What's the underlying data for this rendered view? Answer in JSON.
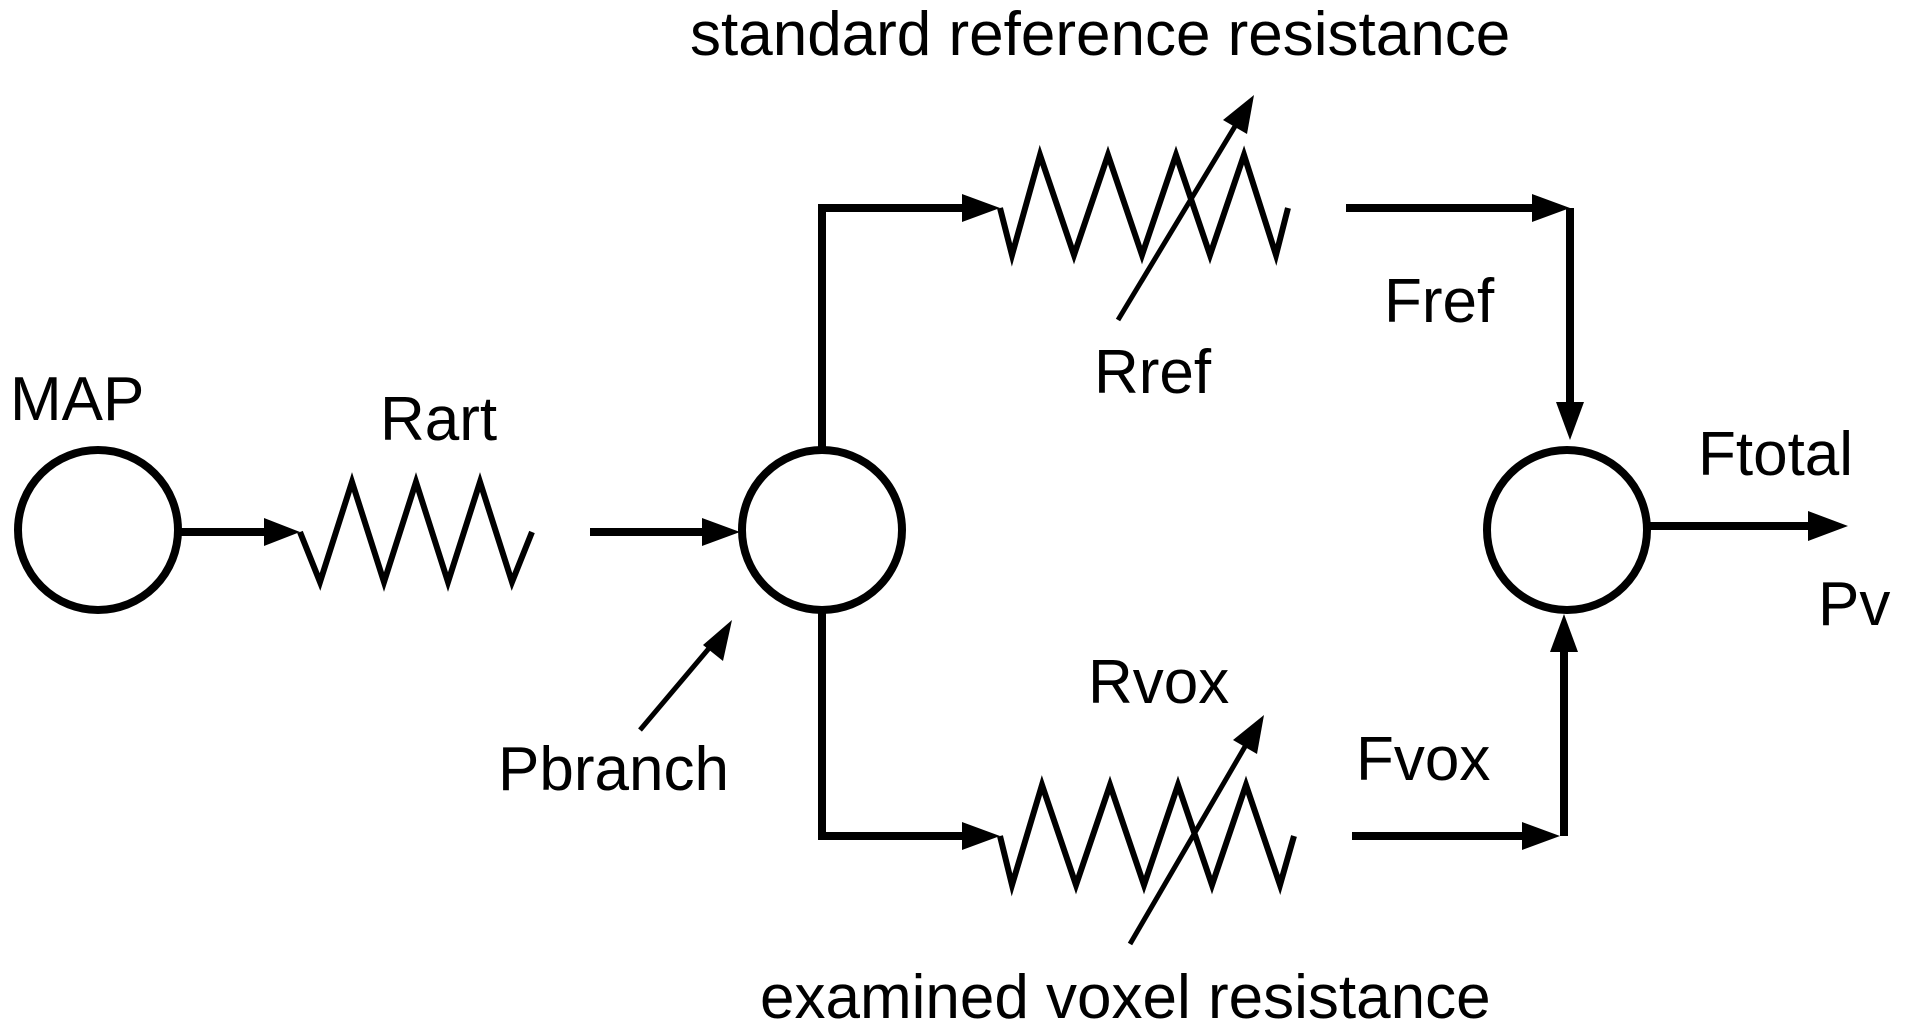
{
  "labels": {
    "map": "MAP",
    "rart": "Rart",
    "pbranch": "Pbranch",
    "rref": "Rref",
    "fref": "Fref",
    "standard_reference": "standard reference resistance",
    "ftotal": "Ftotal",
    "pv": "Pv",
    "rvox": "Rvox",
    "fvox": "Fvox",
    "examined_voxel": "examined voxel resistance"
  },
  "colors": {
    "stroke": "#000000",
    "background": "#ffffff"
  }
}
